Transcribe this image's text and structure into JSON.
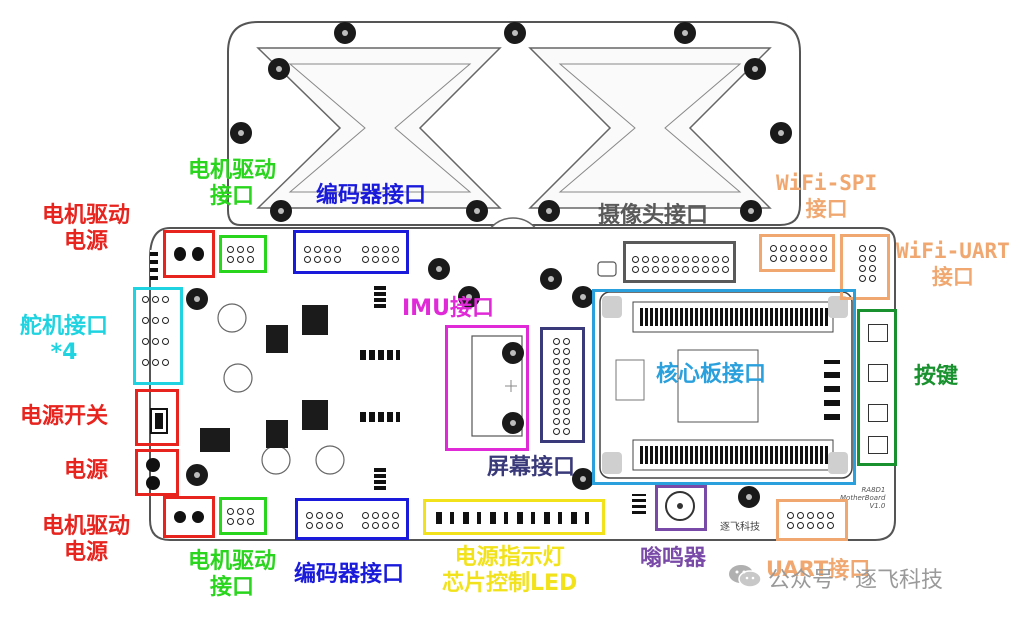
{
  "labels": {
    "motor_power_top": "电机驱动\n电源",
    "motor_iface_top": "电机驱动\n接口",
    "encoder_top": "编码器接口",
    "camera": "摄像头接口",
    "wifi_spi": "WiFi-SPI\n接口",
    "wifi_uart": "WiFi-UART\n接口",
    "servo": "舵机接口\n*4",
    "imu": "IMU接口",
    "core_board": "核心板接口",
    "keys": "按键",
    "power_switch": "电源开关",
    "power": "电源",
    "screen": "屏幕接口",
    "motor_power_bottom": "电机驱动\n电源",
    "motor_iface_bottom": "电机驱动\n接口",
    "encoder_bottom": "编码器接口",
    "power_led": "电源指示灯\n芯片控制LED",
    "buzzer": "嗡鸣器",
    "uart": "UART接口"
  },
  "watermark": "公众号 · 逐飞科技",
  "silkscreen": {
    "logo_text": "逐飞科技",
    "board_name": "RA8D1\nMotherBoard\nV1.0"
  },
  "colors": {
    "red": "#e8241f",
    "green": "#2ad51d",
    "blue": "#1a1adb",
    "cyan": "#1fd4e0",
    "magenta": "#e02ad8",
    "navy": "#3a3a7a",
    "gray": "#5a5a5a",
    "sky": "#2aa0dc",
    "dark_green": "#18912e",
    "yellow": "#f2e21b",
    "purple": "#7a4aa8",
    "orange": "#f0a870"
  }
}
